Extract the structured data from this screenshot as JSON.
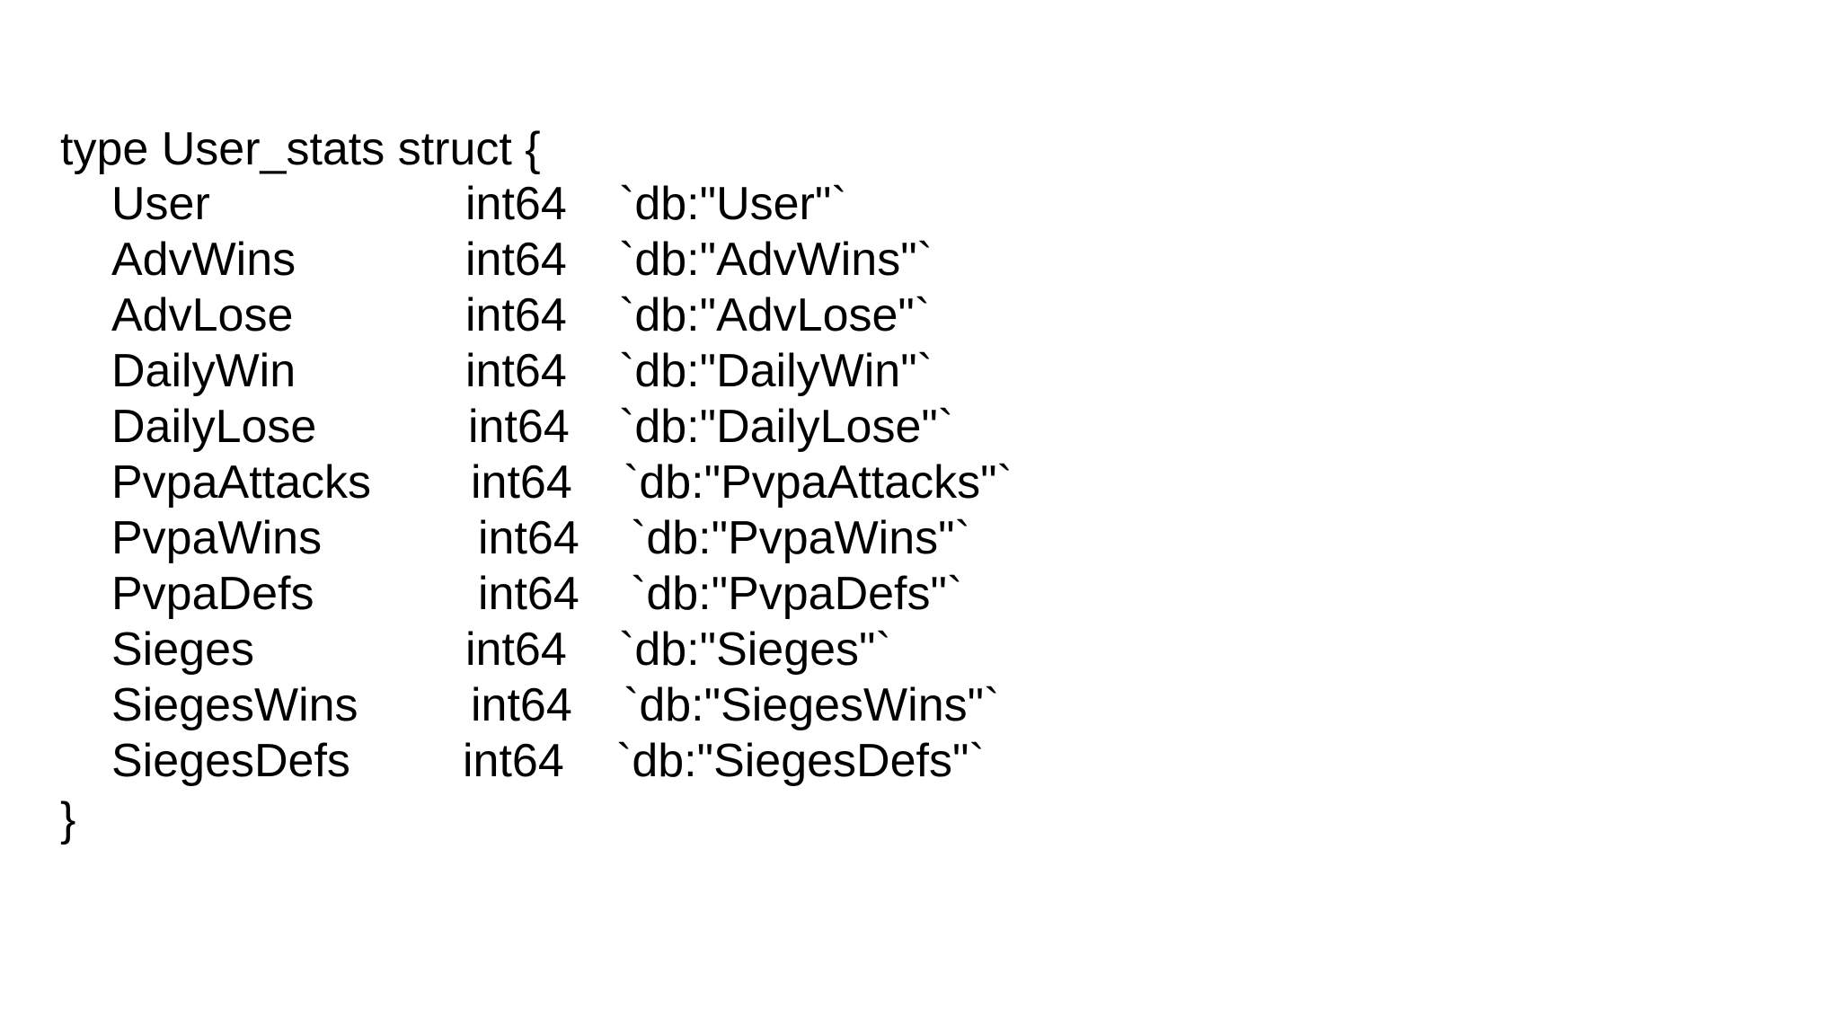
{
  "code": {
    "header": "type User_stats struct {",
    "closing": "}",
    "fields": [
      {
        "name": "User",
        "type": "int64",
        "tag": "`db:\"User\"`"
      },
      {
        "name": "AdvWins",
        "type": "int64",
        "tag": "`db:\"AdvWins\"`"
      },
      {
        "name": "AdvLose",
        "type": "int64",
        "tag": "`db:\"AdvLose\"`"
      },
      {
        "name": "DailyWin",
        "type": "int64",
        "tag": "`db:\"DailyWin\"`"
      },
      {
        "name": "DailyLose",
        "type": "int64",
        "tag": "`db:\"DailyLose\"`"
      },
      {
        "name": "PvpaAttacks",
        "type": "int64",
        "tag": "`db:\"PvpaAttacks\"`"
      },
      {
        "name": "PvpaWins",
        "type": "int64",
        "tag": "`db:\"PvpaWins\"`"
      },
      {
        "name": "PvpaDefs",
        "type": "int64",
        "tag": "`db:\"PvpaDefs\"`"
      },
      {
        "name": "Sieges",
        "type": "int64",
        "tag": "`db:\"Sieges\"`"
      },
      {
        "name": "SiegesWins",
        "type": "int64",
        "tag": "`db:\"SiegesWins\"`"
      },
      {
        "name": "SiegesDefs",
        "type": "int64",
        "tag": "`db:\"SiegesDefs\"`"
      }
    ]
  }
}
